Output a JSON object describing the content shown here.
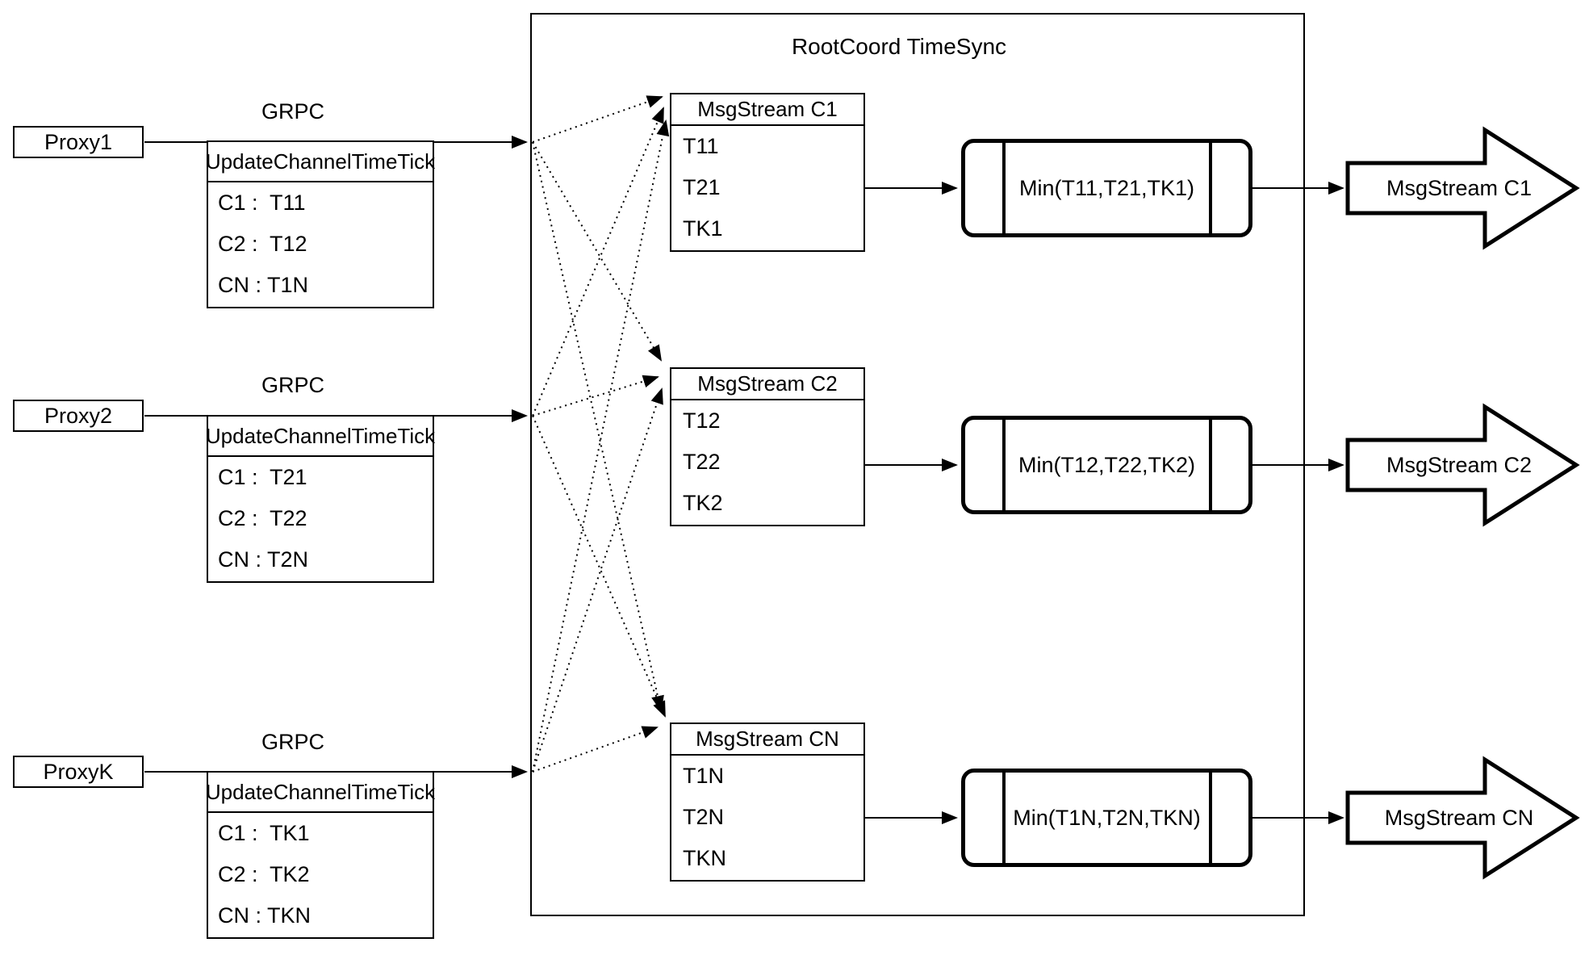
{
  "title": "RootCoord TimeSync",
  "colors": {
    "stroke": "#000000",
    "background": "#ffffff"
  },
  "proxies": [
    {
      "label": "Proxy1",
      "protocol": "GRPC",
      "table": {
        "header": "UpdateChannelTimeTick",
        "rows": [
          "C1 :  T11",
          "C2 :  T12",
          "CN : T1N"
        ]
      }
    },
    {
      "label": "Proxy2",
      "protocol": "GRPC",
      "table": {
        "header": "UpdateChannelTimeTick",
        "rows": [
          "C1 :  T21",
          "C2 :  T22",
          "CN : T2N"
        ]
      }
    },
    {
      "label": "ProxyK",
      "protocol": "GRPC",
      "table": {
        "header": "UpdateChannelTimeTick",
        "rows": [
          "C1 :  TK1",
          "C2 :  TK2",
          "CN : TKN"
        ]
      }
    }
  ],
  "streams": [
    {
      "table": {
        "header": "MsgStream C1",
        "rows": [
          "T11",
          "T21",
          "TK1"
        ]
      },
      "min_label": "Min(T11,T21,TK1)",
      "output_label": "MsgStream C1"
    },
    {
      "table": {
        "header": "MsgStream C2",
        "rows": [
          "T12",
          "T22",
          "TK2"
        ]
      },
      "min_label": "Min(T12,T22,TK2)",
      "output_label": "MsgStream C2"
    },
    {
      "table": {
        "header": "MsgStream CN",
        "rows": [
          "T1N",
          "T2N",
          "TKN"
        ]
      },
      "min_label": "Min(T1N,T2N,TKN)",
      "output_label": "MsgStream CN"
    }
  ]
}
